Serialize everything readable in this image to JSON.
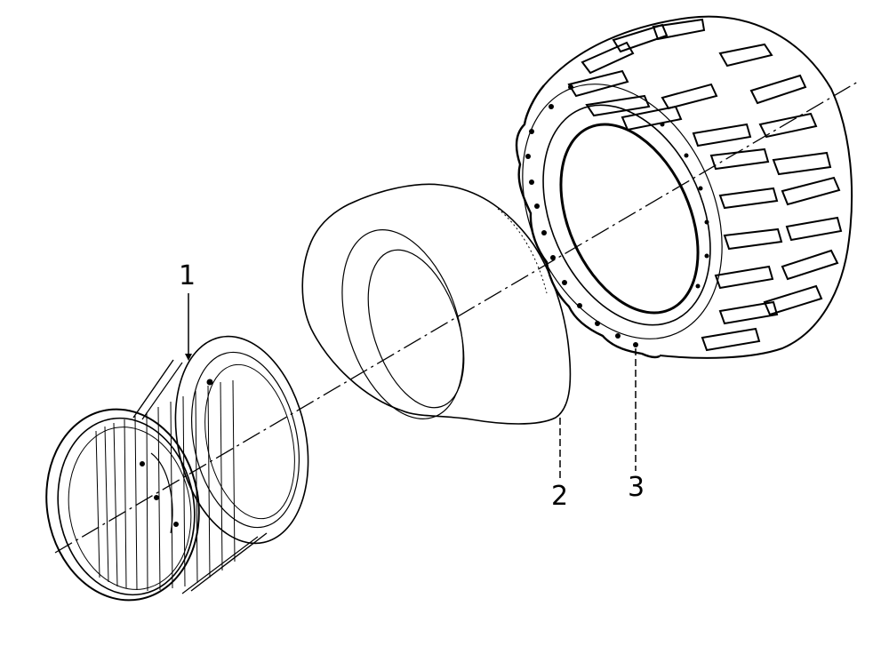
{
  "diagram": {
    "callouts": [
      {
        "id": "1",
        "text": "1"
      },
      {
        "id": "2",
        "text": "2"
      },
      {
        "id": "3",
        "text": "3"
      }
    ]
  }
}
